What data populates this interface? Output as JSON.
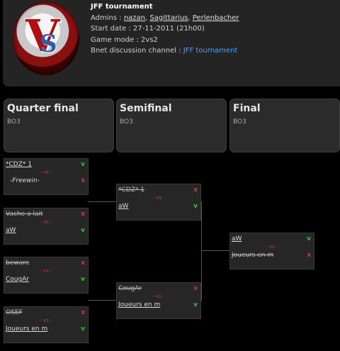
{
  "tournament": {
    "title": "JFF tournament",
    "admins_label": "Admins :",
    "admins": [
      "nazan",
      "Sagittarius",
      "Perlenbacher"
    ],
    "start_label": "Start date : 27-11-2011 (21h00)",
    "mode_label": "Game mode : 2vs2",
    "channel_label": "Bnet discussion channel :",
    "channel": "JFF tournament"
  },
  "rounds": [
    {
      "name": "Quarter final",
      "format": "BO3"
    },
    {
      "name": "Semifinal",
      "format": "BO3"
    },
    {
      "name": "Final",
      "format": "BO3"
    }
  ],
  "vs_label": "- vs -",
  "result_glyphs": {
    "win": "v",
    "lose": "x"
  },
  "matches": {
    "qf1": {
      "top": "*CDZ* 1",
      "bottom": "-Freewin-",
      "top_result": "v",
      "bottom_result": "x"
    },
    "qf2": {
      "top": "Vache a lait",
      "bottom": "aW",
      "top_result": "x",
      "bottom_result": "v"
    },
    "qf3": {
      "top": "beware",
      "bottom": "CougAr",
      "top_result": "x",
      "bottom_result": "v"
    },
    "qf4": {
      "top": "OSEF",
      "bottom": "Joueurs en m",
      "top_result": "x",
      "bottom_result": "v"
    },
    "sf1": {
      "top": "*CDZ* 1",
      "bottom": "aW",
      "top_result": "x",
      "bottom_result": "v"
    },
    "sf2": {
      "top": "CougAr",
      "bottom": "Joueurs en m",
      "top_result": "x",
      "bottom_result": "v"
    },
    "final": {
      "top": "aW",
      "bottom": "Joueurs en m",
      "top_result": "v",
      "bottom_result": "x"
    }
  },
  "colors": {
    "win": "#38c238",
    "lose": "#d23838",
    "link": "#4aa3ff"
  }
}
